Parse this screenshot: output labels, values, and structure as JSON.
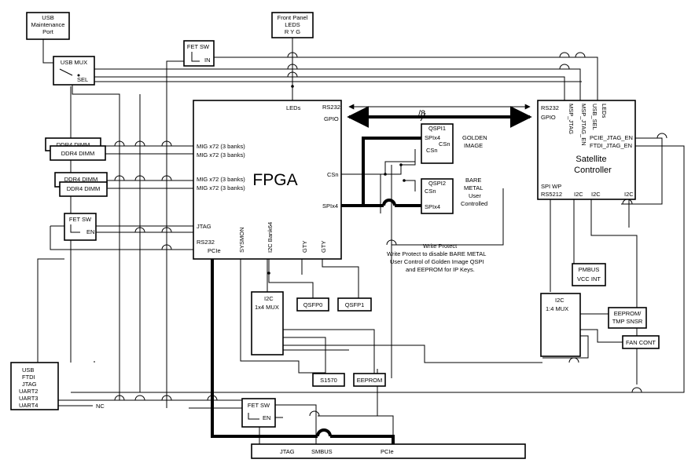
{
  "usb_port": {
    "line1": "USB",
    "line2": "Maintenance",
    "line3": "Port"
  },
  "front_panel": {
    "line1": "Front Panel",
    "line2": "LEDS",
    "line3": "R Y G"
  },
  "fet_sw_top": {
    "title": "FET SW",
    "pin": "IN"
  },
  "usb_mux": {
    "title": "USB MUX",
    "sel": "SEL"
  },
  "ddr4": [
    "DDR4 DIMM",
    "DDR4 DIMM",
    "DDR4 DIMM",
    "DDR4 DIMM"
  ],
  "fet_sw_left": {
    "title": "FET SW",
    "pin": "EN"
  },
  "fpga": {
    "title": "FPGA",
    "leds": "LEDs",
    "rs232_top": "RS232",
    "gpio": "GPIO",
    "mig1": "MIG x72 (3 banks)",
    "mig2": "MIG x72 (3 banks)",
    "mig3": "MIG x72 (3 banks)",
    "mig4": "MIG x72 (3 banks)",
    "csn": "CSn",
    "spix4": "SPIx4",
    "jtag": "JTAG",
    "rs232_bot": "RS232",
    "pcie": "PCIe",
    "sysmon": "SYSMON",
    "i2c_bank": "I2C Bank64",
    "gty1": "GTY",
    "gty2": "GTY"
  },
  "bus_label": "/8",
  "qspi1": {
    "title": "QSPI1",
    "spix4": "SPIx4",
    "csn_top": "CSn",
    "csn": "CSn",
    "desc1": "GOLDEN",
    "desc2": "IMAGE"
  },
  "qspi2": {
    "title": "QSPI2",
    "csn": "CSn",
    "spix4": "SPIx4",
    "desc1": "BARE",
    "desc2": "METAL",
    "desc3": "User",
    "desc4": "Controlled"
  },
  "sat": {
    "rs232": "RS232",
    "gpio": "GPIO",
    "v1": "MSP_JTAG",
    "v2": "MSP_JTAG_EN",
    "v3": "USB_SEL",
    "v4": "LEDs",
    "pcie_jtag": "PCIE_JTAG_EN",
    "ftdi_jtag": "FTDI_JTAG_EN",
    "title1": "Satellite",
    "title2": "Controller",
    "spiwp": "SPI WP",
    "rs5212": "RS5212",
    "i2c1": "I2C",
    "i2c2": "I2C",
    "i2c3": "I2C"
  },
  "write_protect": {
    "label": "Write Protect",
    "note1": "Write Protect to disable BARE METAL",
    "note2": "User Control of Golden Image QSPI",
    "note3": "and EEPROM for IP Keys."
  },
  "pmbus": {
    "line1": "PMBUS",
    "line2": "VCC INT"
  },
  "i2c_mux_left": {
    "line1": "I2C",
    "line2": "1x4 MUX"
  },
  "qsfp0": "QSFP0",
  "qsfp1": "QSFP1",
  "i2c_mux_right": {
    "line1": "I2C",
    "line2": "1:4 MUX"
  },
  "eeprom_tmp": {
    "line1": "EEPROM/",
    "line2": "TMP SNSR"
  },
  "fan_cont": "FAN CONT",
  "usb_ftdi": {
    "l1": "USB",
    "l2": "FTDI",
    "l3": "JTAG",
    "l4": "UART2",
    "l5": "UART3",
    "l6": "UART4"
  },
  "nc": "NC",
  "s1570": "S1570",
  "eeprom": "EEPROM",
  "fet_sw_bottom": {
    "title": "FET SW",
    "pin": "EN"
  },
  "edge": {
    "jtag": "JTAG",
    "smbus": "SMBUS",
    "pcie": "PCIe"
  }
}
